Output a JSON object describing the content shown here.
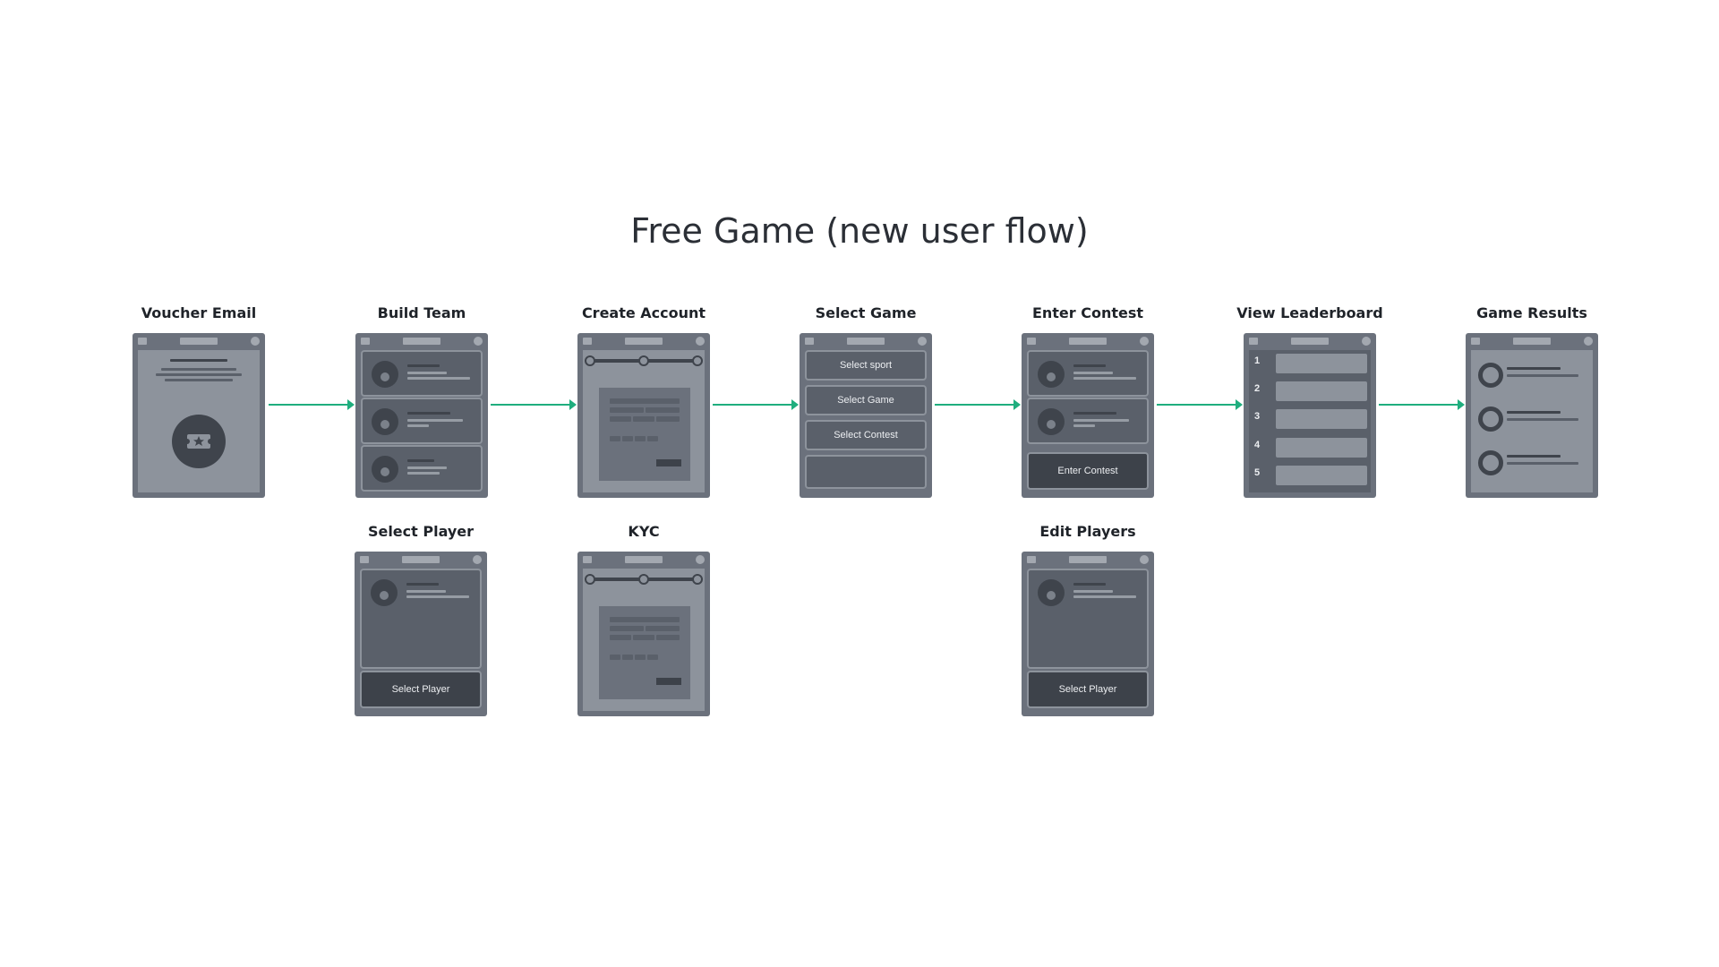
{
  "title": "Free Game (new user flow)",
  "colors": {
    "accent": "#1fae7e",
    "frame": "#6b717c",
    "screen": "#5a606a",
    "dark_button": "#3d424a"
  },
  "screens": {
    "voucher_email": {
      "label": "Voucher Email",
      "icon": "ticket-star-icon"
    },
    "build_team": {
      "label": "Build Team"
    },
    "create_account": {
      "label": "Create Account"
    },
    "select_game": {
      "label": "Select Game",
      "options": [
        "Select sport",
        "Select Game",
        "Select Contest"
      ]
    },
    "enter_contest": {
      "label": "Enter Contest",
      "button": "Enter Contest"
    },
    "view_leaderboard": {
      "label": "View Leaderboard",
      "ranks": [
        "1",
        "2",
        "3",
        "4",
        "5"
      ]
    },
    "game_results": {
      "label": "Game Results"
    },
    "select_player": {
      "label": "Select Player",
      "button": "Select Player"
    },
    "kyc": {
      "label": "KYC"
    },
    "edit_players": {
      "label": "Edit Players",
      "button": "Select Player"
    }
  }
}
